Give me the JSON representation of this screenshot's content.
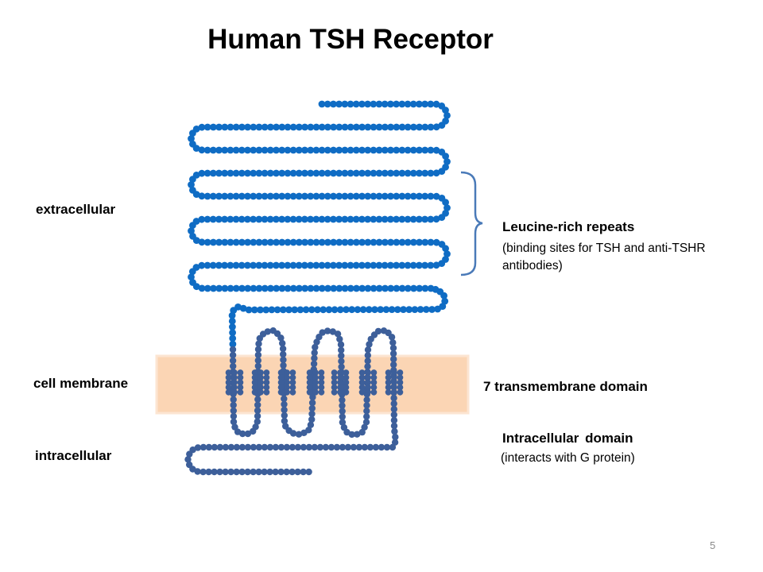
{
  "title": "Human TSH Receptor",
  "regions": {
    "extracellular": "extracellular",
    "cell_membrane": "cell membrane",
    "intracellular": "intracellular"
  },
  "annotations": {
    "lrr_title": "Leucine-rich repeats",
    "lrr_desc": "(binding sites for TSH and anti-TSHR antibodies)",
    "tm_domain": "7 transmembrane domain",
    "ic_title": "Intracellular domain",
    "ic_desc": "(interacts with G protein)"
  },
  "page_number": "5",
  "colors": {
    "extracellular_bead": "#0f6cc4",
    "transmembrane_bead": "#3d5f9a",
    "membrane_band": "#fbd5b4",
    "membrane_border": "#fce5d2",
    "bracket": "#4a7ab8"
  }
}
